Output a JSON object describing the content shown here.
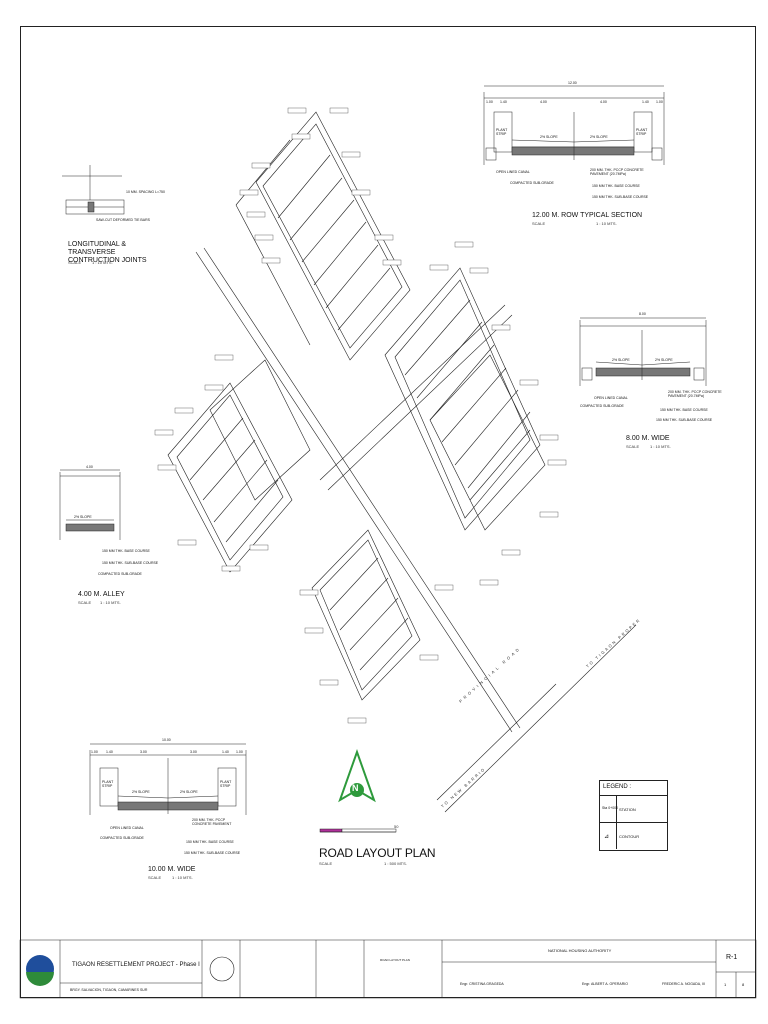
{
  "sheet": {
    "road_plan": {
      "title": "ROAD LAYOUT PLAN",
      "scale_label": "SCALE",
      "scale_value": "1 : 500 MTS.",
      "scale_bar_end": "50",
      "road_names": [
        "PROVINCIAL ROAD",
        "TO TIGAON PROPER",
        "TO NEW BARRIO"
      ]
    },
    "joints_detail": {
      "title": "LONGITUDINAL & TRANSVERSE CONTRUCTION JOINTS",
      "scale_label": "SCALE",
      "scale_value": "1 : 10 MTS.",
      "notes": [
        "10 MM. SPACING L=750",
        "SAW-CUT DEFORMED TIE BARS"
      ]
    },
    "section_12": {
      "title": "12.00 M. ROW TYPICAL SECTION",
      "scale_label": "SCALE",
      "scale_value": "1 : 10 MTS.",
      "overall_dim": "12.00",
      "dims": [
        "1.00",
        "1.40",
        "4.00",
        "4.00",
        "1.40",
        "1.00"
      ],
      "plant_strip": "PLANT STRIP",
      "slopes": [
        "2% SLOPE",
        "2% SLOPE"
      ],
      "callouts": [
        "OPEN LINED CANAL",
        "COMPACTED SUB-GRADE",
        "200 MM. THK. PCCP CONCRETE PAVEMENT (20.7MPa)",
        "150 MM THK. BASE COURSE",
        "150 MM THK. SUB-BASE COURSE"
      ]
    },
    "section_8": {
      "title": "8.00 M. WIDE",
      "scale_label": "SCALE",
      "scale_value": "1 : 10 MTS.",
      "overall_dim": "8.00",
      "slopes": [
        "2% SLOPE",
        "2% SLOPE"
      ],
      "callouts": [
        "OPEN LINED CANAL",
        "COMPACTED SUB-GRADE",
        "200 MM. THK. PCCP CONCRETE PAVEMENT (20.7MPa)",
        "150 MM THK. BASE COURSE",
        "150 MM THK. SUB-BASE COURSE"
      ]
    },
    "section_4": {
      "title": "4.00 M. ALLEY",
      "scale_label": "SCALE",
      "scale_value": "1 : 10 MTS.",
      "overall_dim": "4.00",
      "slopes": [
        "2% SLOPE"
      ],
      "callouts": [
        "150 MM THK. BASE COURSE",
        "150 MM THK. SUB-BASE COURSE",
        "COMPACTED SUB-GRADE"
      ]
    },
    "section_10": {
      "title": "10.00 M. WIDE",
      "scale_label": "SCALE",
      "scale_value": "1 : 10 MTS.",
      "overall_dim": "10.00",
      "dims": [
        "1.00",
        "1.40",
        "3.00",
        "3.00",
        "1.40",
        "1.00"
      ],
      "plant_strip": "PLANT STRIP",
      "slopes": [
        "2% SLOPE",
        "2% SLOPE"
      ],
      "callouts": [
        "OPEN LINED CANAL",
        "COMPACTED SUB-GRADE",
        "200 MM. THK. PCCP CONCRETE PAVEMENT",
        "150 MM THK. BASE COURSE",
        "150 MM THK. SUB-BASE COURSE"
      ]
    },
    "legend": {
      "title": "LEGEND :",
      "rows": [
        {
          "symbol": "Sta 0+000",
          "label": "STATION"
        },
        {
          "symbol": "",
          "label": "CONTOUR"
        }
      ]
    },
    "north_arrow": {
      "letter": "N"
    }
  },
  "title_block": {
    "project": "TIGAON RESETTLEMENT PROJECT - Phase I",
    "location": "BRGY. SALVACION, TIGAON, CAMARINES SUR",
    "agency": "NATIONAL HOUSING AUTHORITY",
    "sheet_no": "R-1",
    "sheet_of": [
      "1",
      "8"
    ],
    "sheet_title": "ROAD LAYOUT PLAN",
    "signatories": [
      "Engr. CRISTINA GRAGEDA",
      "Engr. ALBERT A. OPERARIO",
      "FREDERIC A. NOGADA, III"
    ]
  },
  "colors": {
    "line": "#222222",
    "logo_green": "#2e8b3a",
    "logo_blue": "#1f4e9c",
    "north_green": "#2e9a3c",
    "scale_magenta": "#b0309a"
  }
}
